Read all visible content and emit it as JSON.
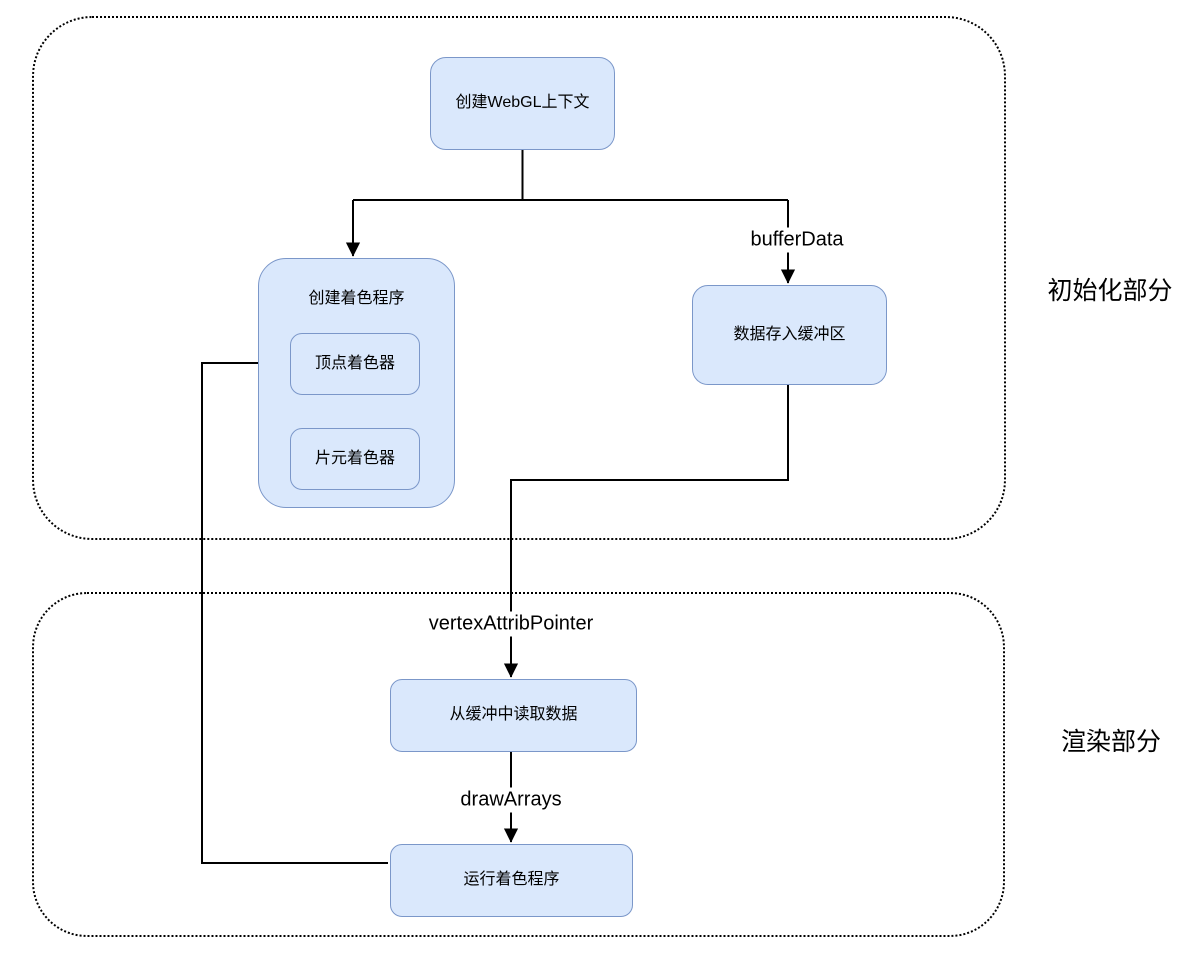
{
  "diagram": {
    "title_hint": "WebGL pipeline flowchart",
    "nodes": {
      "create_context": {
        "label": "创建WebGL上下文"
      },
      "create_program": {
        "label": "创建着色程序"
      },
      "vertex_shader": {
        "label": "顶点着色器"
      },
      "fragment_shader": {
        "label": "片元着色器"
      },
      "buffer_store": {
        "label": "数据存入缓冲区"
      },
      "read_buffer": {
        "label": "从缓冲中读取数据"
      },
      "run_program": {
        "label": "运行着色程序"
      }
    },
    "edge_labels": {
      "buffer_data": "bufferData",
      "vertex_attrib_pointer": "vertexAttribPointer",
      "draw_arrays": "drawArrays"
    },
    "sections": {
      "initialization": {
        "label": "初始化部分"
      },
      "rendering": {
        "label": "渲染部分"
      }
    },
    "colors": {
      "node_fill": "#dae8fc",
      "node_stroke": "#7b97c9",
      "connector": "#000000",
      "group_border": "#000000",
      "background": "#ffffff"
    }
  }
}
